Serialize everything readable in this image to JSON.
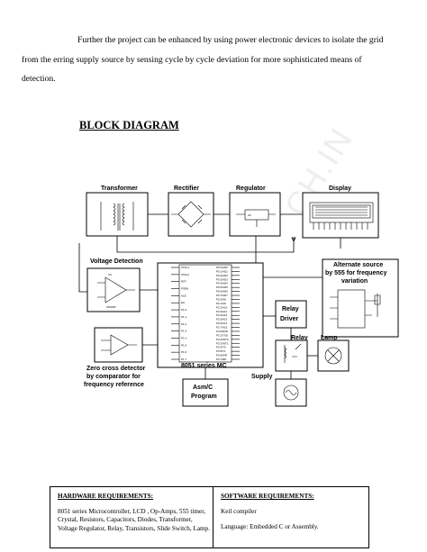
{
  "intro": {
    "line1": "Further the project can be enhanced by using power electronic devices to isolate the grid",
    "line2": "from the erring supply source by sensing cycle by cycle deviation for more sophisticated means of",
    "line3": "detection."
  },
  "section_heading": "BLOCK DIAGRAM",
  "watermark": "CH.IN",
  "diagram": {
    "transformer": "Transformer",
    "rectifier": "Rectifier",
    "regulator": "Regulator",
    "display": "Display",
    "voltage_detection": "Voltage Detection",
    "alternate_source_1": "Alternate source",
    "alternate_source_2": "by 555 for frequency",
    "alternate_source_3": "variation",
    "relay_driver_1": "Relay",
    "relay_driver_2": "Driver",
    "relay": "Relay",
    "lamp": "Lamp",
    "supply": "Supply",
    "zero_cross_1": "Zero cross detector",
    "zero_cross_2": "by comparator for",
    "zero_cross_3": "frequency reference",
    "mcu": "8051 series MC",
    "program_1": "Asm/C",
    "program_2": "Program",
    "opamp_ref": "U3",
    "opamp_name": "OPAMP",
    "mcu_pins_left": [
      "XTAL1",
      "XTAL2",
      "RST",
      "PSEN",
      "ALE",
      "EA",
      "P1.0",
      "P1.1",
      "P1.2",
      "P1.3",
      "P1.4",
      "P1.5",
      "P1.6",
      "P1.7"
    ],
    "mcu_pins_right": [
      "P0.0/AD0",
      "P0.1/AD1",
      "P0.2/AD2",
      "P0.3/AD3",
      "P0.4/AD4",
      "P0.5/AD5",
      "P0.6/AD6",
      "P0.7/AD7",
      "P2.0/A8",
      "P2.1/A9",
      "P2.2/A10",
      "P2.3/A11",
      "P2.4/A12",
      "P2.5/A13",
      "P2.6/A14",
      "P2.7/A15",
      "P3.0/RXD",
      "P3.1/TXD",
      "P3.2/INT0",
      "P3.3/INT1",
      "P3.4/T0",
      "P3.5/T1",
      "P3.6/WR",
      "P3.7/RD"
    ]
  },
  "hardware": {
    "title": "HARDWARE REQUIREMENTS:",
    "body": "8051 series Microcontroller, LCD , Op-Amps, 555 timer, Crystal, Resistors, Capacitors, Diodes, Transformer, Voltage Regulator, Relay, Transistors, Slide Switch, Lamp."
  },
  "software": {
    "title": "SOFTWARE REQUIREMENTS:",
    "line1": "Keil compiler",
    "line2": "Language: Embedded C or Assembly."
  }
}
